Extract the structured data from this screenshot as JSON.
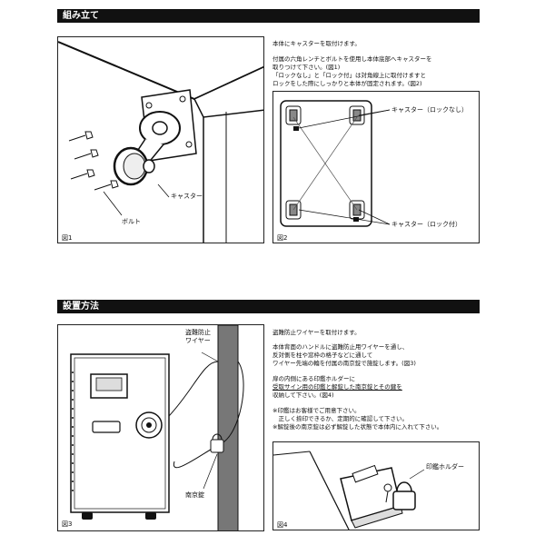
{
  "section1": {
    "title": "組み立て",
    "fig1_label": "図1",
    "fig2_label": "図2",
    "caster_callout": "キャスター",
    "bolt_callout": "ボルト",
    "caster_unlocked": "キャスター（ロックなし）",
    "caster_locked": "キャスター（ロック付）",
    "text": [
      "本体にキャスターを取付けます。",
      "",
      "付属の六角レンチとボルトを使用し本体底部へキャスターを",
      "取りつけて下さい。(図1)",
      "「ロックなし」と「ロック付」は対角線上に取付けますと",
      "ロックをした際にしっかりと本体が固定されます。(図2)"
    ]
  },
  "section2": {
    "title": "設置方法",
    "fig3_label": "図3",
    "fig4_label": "図4",
    "wire_callout": "盗難防止\nワイヤー",
    "padlock_callout": "南京錠",
    "holder_callout": "印鑑ホルダー",
    "text": [
      "盗難防止ワイヤーを取付けます。",
      "",
      "本体背面のハンドルに盗難防止用ワイヤーを通し、",
      "反対側を柱や窓枠の格子などに通して",
      "ワイヤー先端の輪を付属の南京錠で施錠します。(図3)",
      "",
      "扉の内側にある印鑑ホルダーに",
      "受取サイン用の印鑑と解錠した南京錠とその鍵を",
      "収納して下さい。(図4)",
      "",
      "※印鑑はお客様でご用意下さい。",
      "　正しく捺印できるか、定期的に確認して下さい。",
      "※解錠後の南京錠は必ず解錠した状態で本体内に入れて下さい。"
    ]
  }
}
